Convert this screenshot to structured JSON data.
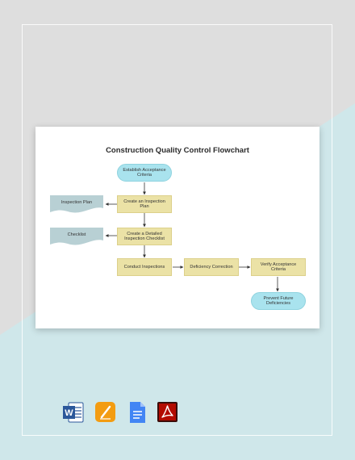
{
  "colors": {
    "background_grey": "#dedede",
    "background_teal": "#cfe7ea",
    "process_fill": "#ebe2a6",
    "terminal_fill": "#a9e3ee",
    "document_fill": "#b8d0d4",
    "connector": "#333333"
  },
  "flowchart": {
    "title": "Construction Quality Control Flowchart",
    "nodes": {
      "establish": "Establish Acceptance Criteria",
      "inspection_plan_step": "Create an Inspection Plan",
      "checklist_step": "Create a Detailed Inspection Checklist",
      "conduct": "Conduct Inspections",
      "deficiency": "Deficiency Correction",
      "verify": "Verify Acceptance Criteria",
      "prevent": "Prevent Future Deficiencies",
      "inspection_plan_doc": "Inspection Plan",
      "checklist_doc": "Checklist"
    }
  },
  "formats": [
    {
      "name": "Microsoft Word",
      "icon": "word-icon",
      "letter": "W",
      "color": "#2b579a"
    },
    {
      "name": "Apple Pages",
      "icon": "pages-icon",
      "color": "#f39c12"
    },
    {
      "name": "Google Docs",
      "icon": "google-docs-icon",
      "color": "#4285f4"
    },
    {
      "name": "Adobe PDF",
      "icon": "pdf-icon",
      "color": "#b30b00"
    }
  ]
}
